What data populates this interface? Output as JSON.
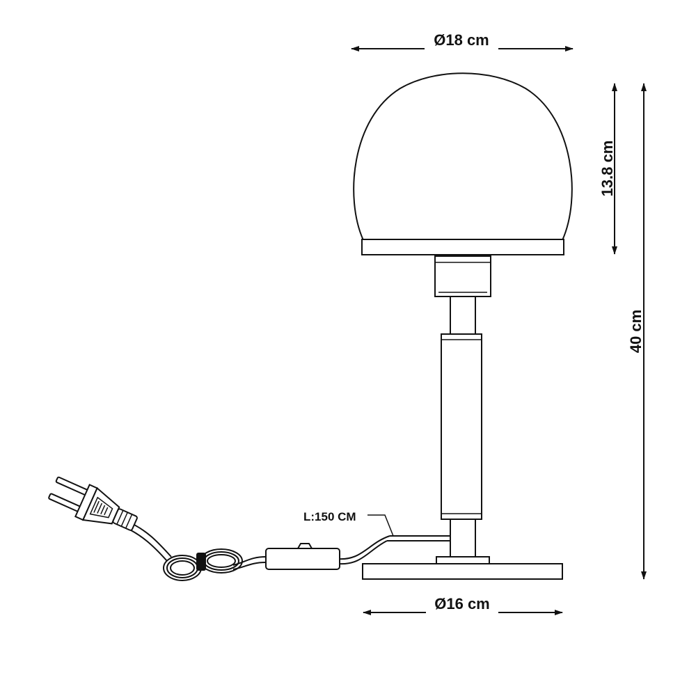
{
  "dimensions": {
    "shade_diameter": "Ø18 cm",
    "shade_height": "13.8 cm",
    "total_height": "40 cm",
    "base_diameter": "Ø16 cm",
    "cable_length": "L:150 CM"
  },
  "colors": {
    "line": "#111111",
    "background": "#ffffff"
  }
}
